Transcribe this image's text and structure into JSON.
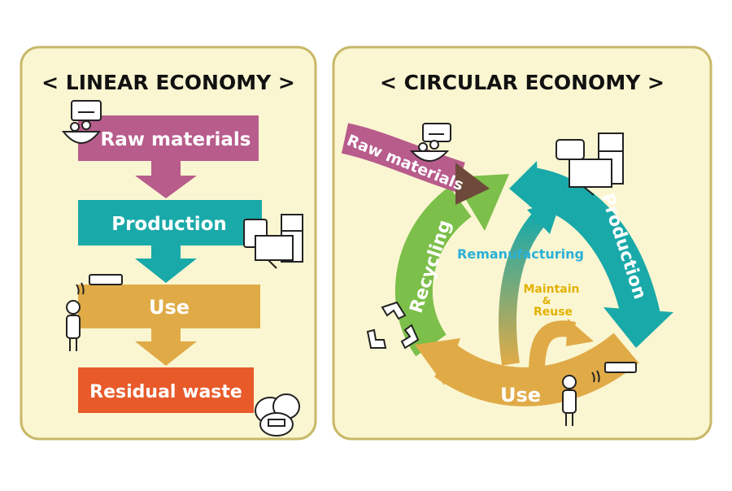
{
  "linear": {
    "title": "< LINEAR ECONOMY >",
    "stages": [
      {
        "label": "Raw materials",
        "color": "#b85c8c"
      },
      {
        "label": "Production",
        "color": "#1aa9a9"
      },
      {
        "label": "Use",
        "color": "#e0ab47"
      },
      {
        "label": "Residual waste",
        "color": "#e85a2a"
      }
    ]
  },
  "circular": {
    "title": "< CIRCULAR ECONOMY >",
    "raw_materials": "Raw materials",
    "production": "Production",
    "use": "Use",
    "recycling": "Recycling",
    "remanufacturing": "Remanufacturing",
    "maintain": "Maintain",
    "ampersand": "&",
    "reuse": "Reuse"
  },
  "colors": {
    "panel_bg": "#fbf6d2",
    "panel_border": "#c8b868",
    "raw": "#b85c8c",
    "production": "#1aa9a9",
    "use": "#e0ab47",
    "waste": "#e85a2a",
    "recycling": "#7cbf4a",
    "remanufacturing_text": "#2bb0d6",
    "maintain_text": "#e3b200"
  }
}
